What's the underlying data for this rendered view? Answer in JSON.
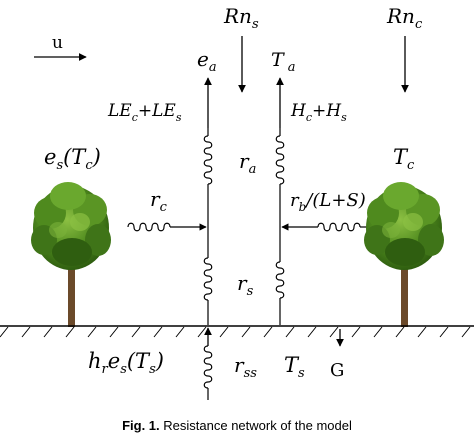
{
  "diagram": {
    "wind_label": "u",
    "rn_s": {
      "base": "Rn",
      "sub": "s"
    },
    "rn_c": {
      "base": "Rn",
      "sub": "c"
    },
    "e_a": {
      "base": "e",
      "sub": "a"
    },
    "t_a": {
      "base": "T",
      "sub": "a"
    },
    "latent_flux": {
      "t1": "LE",
      "s1": "c",
      "t2": "+LE",
      "s2": "s"
    },
    "sensible_flux": {
      "t1": "H",
      "s1": "c",
      "t2": "+H",
      "s2": "s"
    },
    "r_a": {
      "base": "r",
      "sub": "a"
    },
    "r_c": {
      "base": "r",
      "sub": "c"
    },
    "r_b": {
      "t1": "r",
      "s1": "b",
      "t2": "/(L+S)"
    },
    "r_s": {
      "base": "r",
      "sub": "s"
    },
    "r_ss": {
      "base": "r",
      "sub": "ss"
    },
    "canopy_vapour": {
      "t1": "e",
      "s1": "s",
      "t2": "(T",
      "s2": "c",
      "t3": ")"
    },
    "canopy_temp": {
      "base": "T",
      "sub": "c"
    },
    "soil_vapour": {
      "t1": "h",
      "s1": "r",
      "t2": "e",
      "s2": "s",
      "t3": "(T",
      "s3": "s",
      "t4": ")"
    },
    "soil_temp": {
      "base": "T",
      "sub": "s"
    },
    "ground_flux": "G"
  },
  "caption": {
    "label": "Fig. 1.",
    "text": "Resistance network of the model"
  },
  "colors": {
    "ink": "#000000",
    "foliage": "#4f8a1e",
    "foliage_light": "#7bb33a",
    "foliage_dark": "#2f5e10",
    "trunk": "#6b4a2a"
  }
}
